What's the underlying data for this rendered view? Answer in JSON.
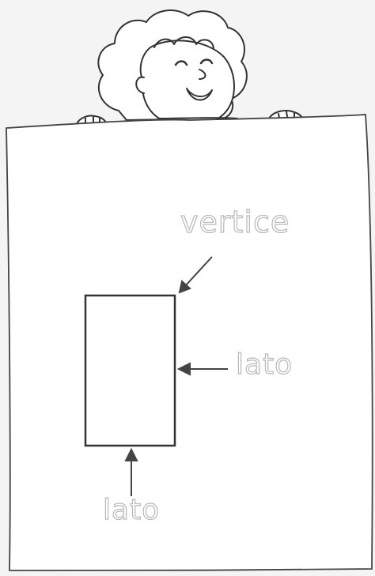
{
  "labels": {
    "vertex": "vertice",
    "side_right": "lato",
    "side_bottom": "lato"
  },
  "colors": {
    "background": "#f4f4f4",
    "paper": "#ffffff",
    "ink": "#333333",
    "outline_text": "#b8b8b8"
  },
  "icons": {
    "character": "girl-holding-paper-icon",
    "arrows": "arrow-icon"
  }
}
